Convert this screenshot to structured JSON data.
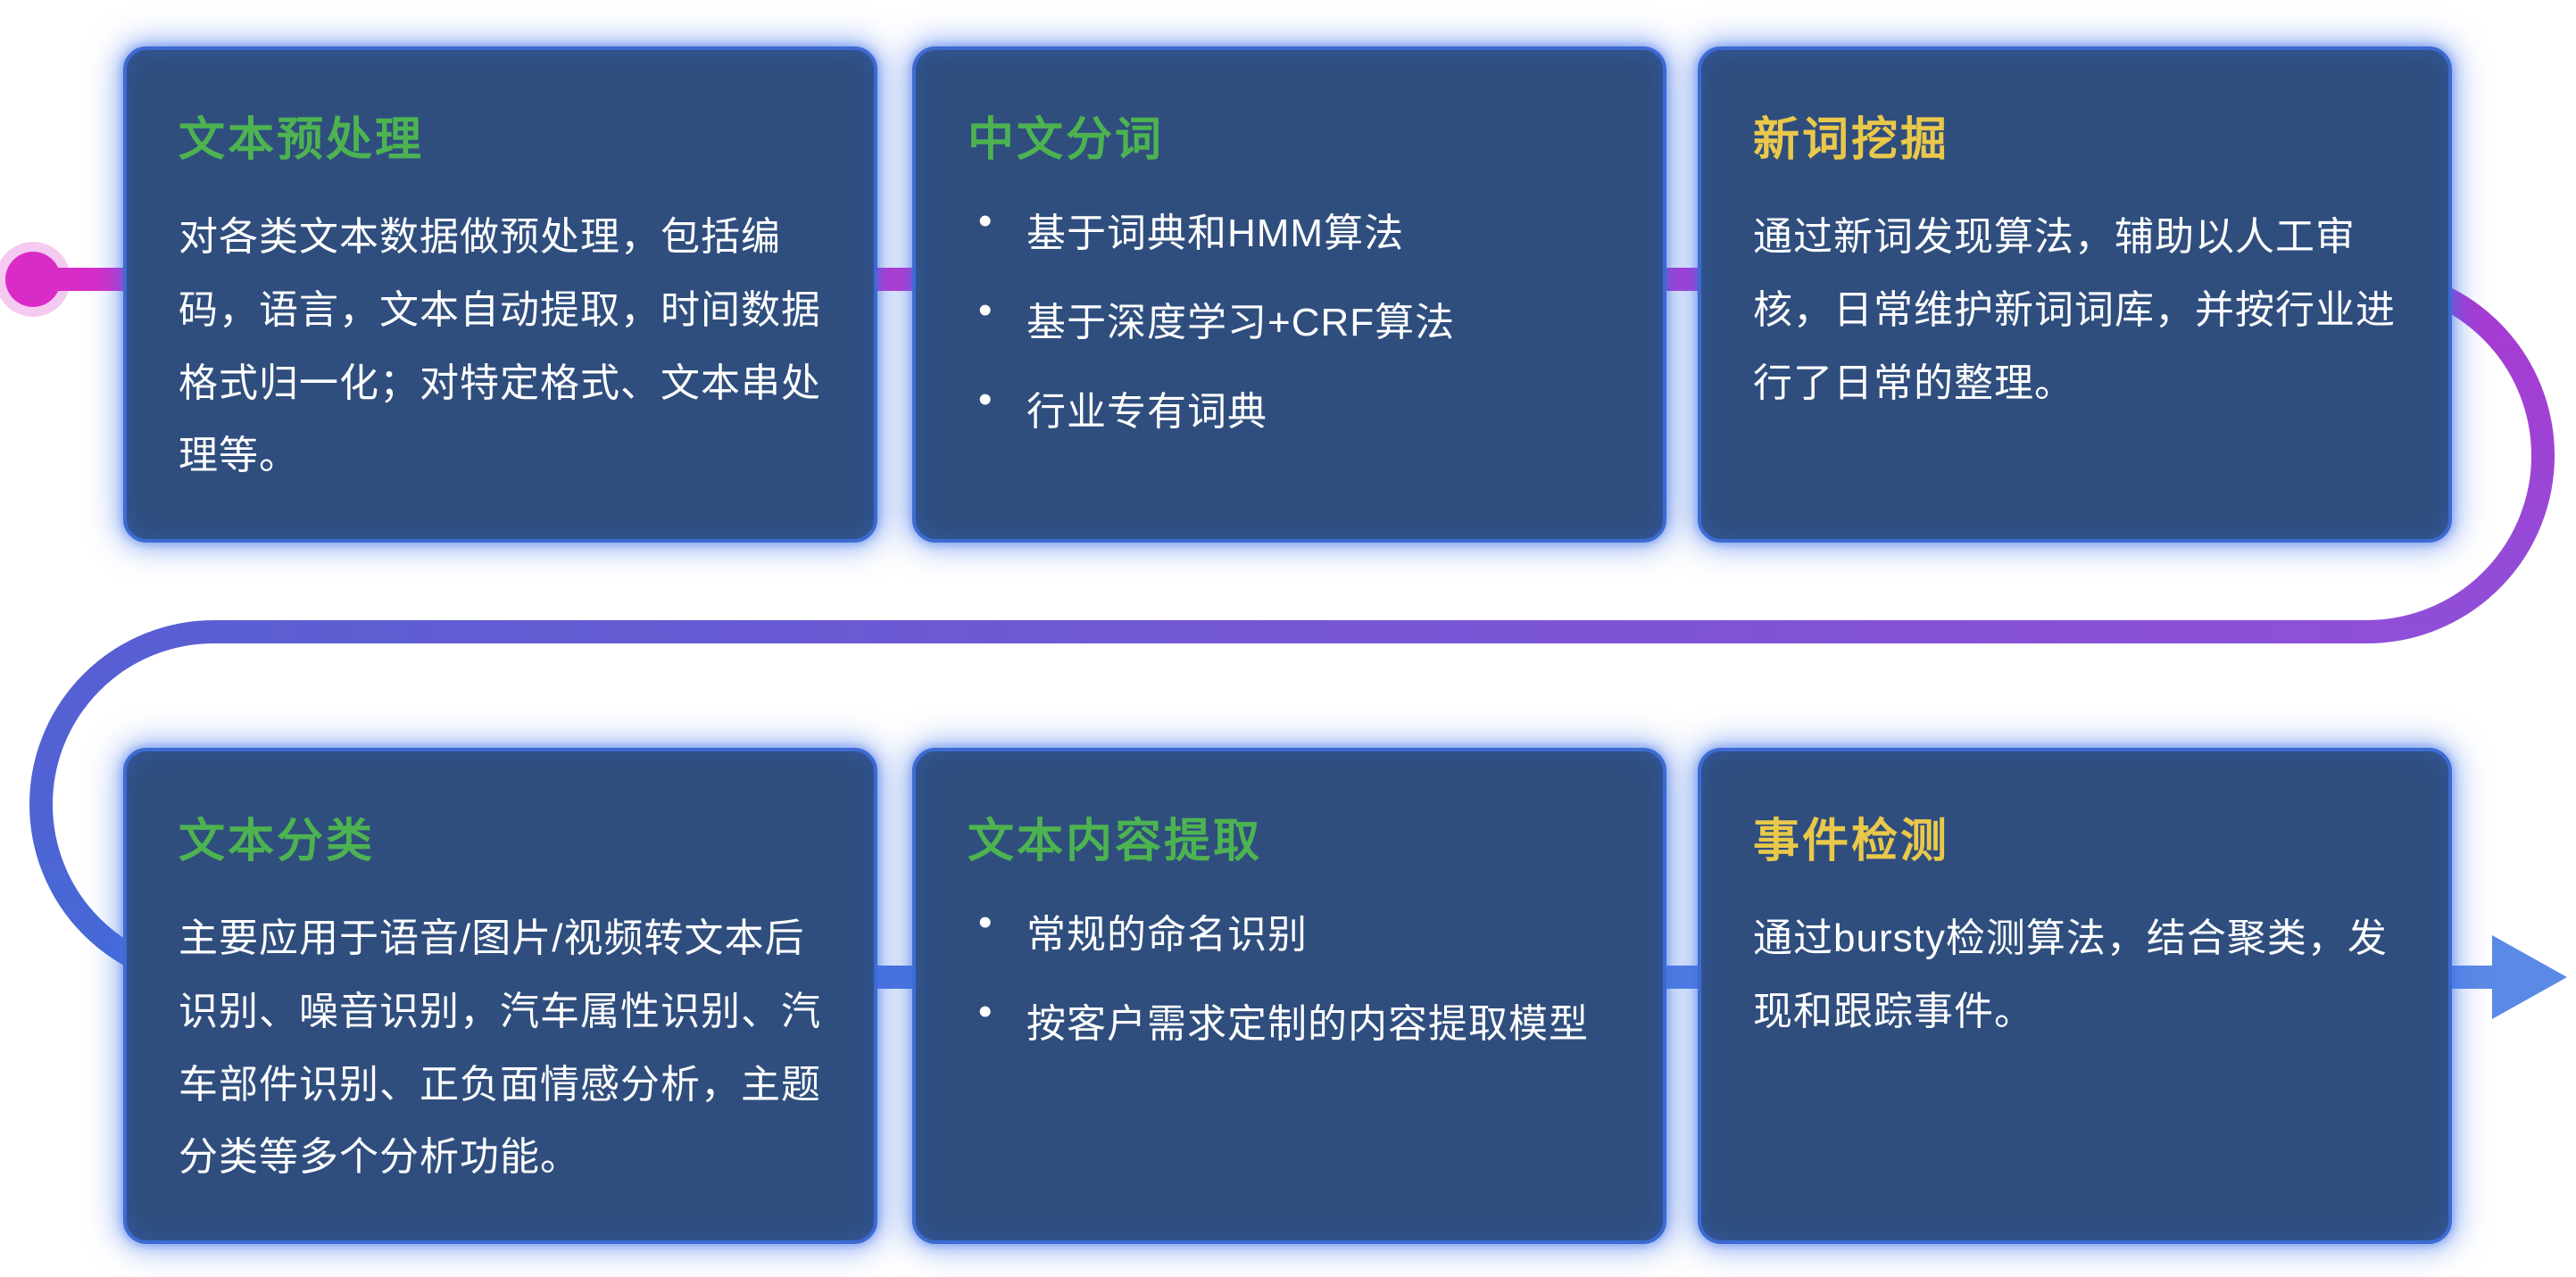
{
  "colors": {
    "page-bg": "#ffffff",
    "card-bg": "#2f4e7e",
    "card-border": "#3d6bd2",
    "body-text": "#ffffff",
    "title-green": "#4db351",
    "title-yellow": "#e9c84a",
    "flow-magenta": "#d92cc7",
    "flow-magenta2": "#aa38d2",
    "flow-purple": "#8f4fd8",
    "flow-indigo": "#5a5ed2",
    "flow-blue": "#4569d6",
    "flow-arrow": "#5b8ae6"
  },
  "cards": [
    {
      "title": "文本预处理",
      "title_color": "green",
      "body": "对各类文本数据做预处理，包括编码，语言，文本自动提取，时间数据格式归一化；对特定格式、文本串处理等。"
    },
    {
      "title": "中文分词",
      "title_color": "green",
      "bullets": [
        "基于词典和HMM算法",
        "基于深度学习+CRF算法",
        "行业专有词典"
      ]
    },
    {
      "title": "新词挖掘",
      "title_color": "yellow",
      "body": "通过新词发现算法，辅助以人工审核，日常维护新词词库，并按行业进行了日常的整理。"
    },
    {
      "title": "文本分类",
      "title_color": "green",
      "body": "主要应用于语音/图片/视频转文本后识别、噪音识别，汽车属性识别、汽车部件识别、正负面情感分析，主题分类等多个分析功能。"
    },
    {
      "title": "文本内容提取",
      "title_color": "green",
      "bullets": [
        "常规的命名识别",
        "按客户需求定制的内容提取模型"
      ]
    },
    {
      "title": "事件检测",
      "title_color": "yellow",
      "body": "通过bursty检测算法，结合聚类，发现和跟踪事件。"
    }
  ]
}
